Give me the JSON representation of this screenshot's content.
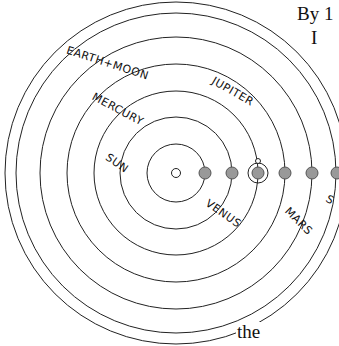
{
  "diagram": {
    "labels": [
      "By 1",
      "I",
      "EARTH+MOON",
      "MERCURY",
      "JUPITER",
      "SUN",
      "VENUS",
      "MARS",
      "S",
      "the"
    ]
  }
}
